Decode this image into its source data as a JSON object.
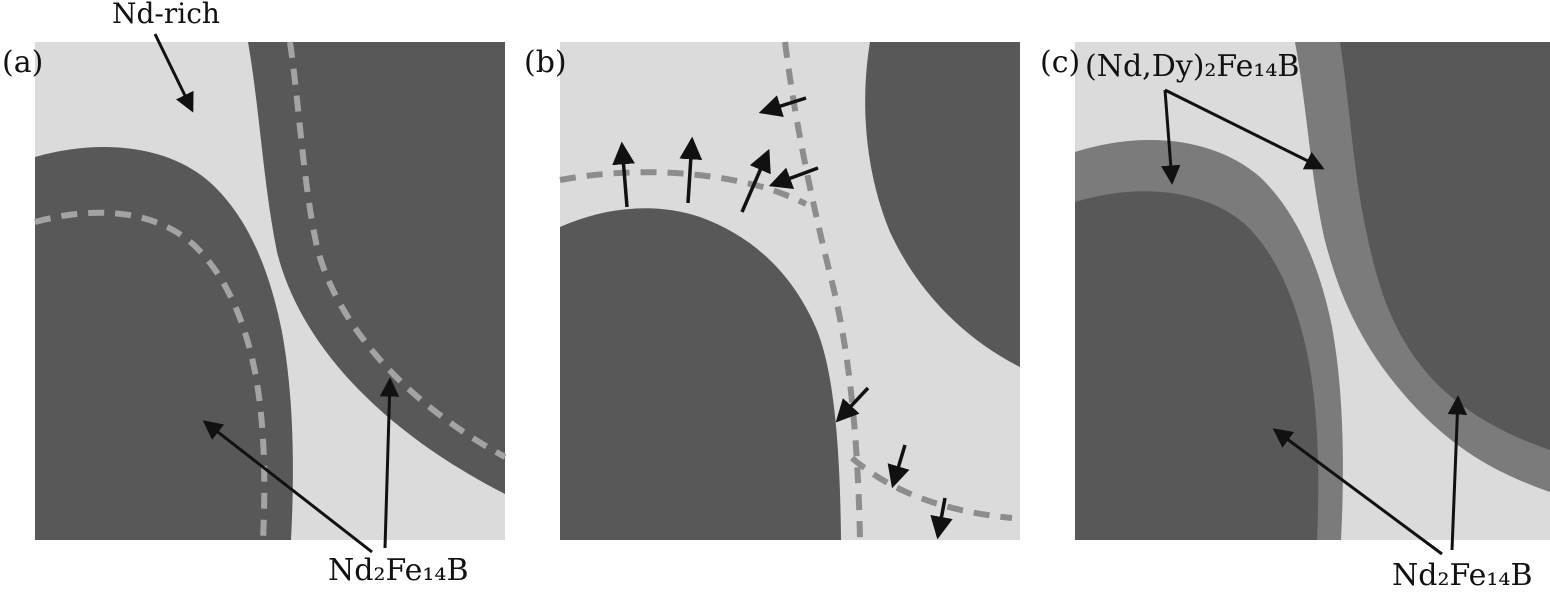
{
  "figure": {
    "panels": [
      {
        "label": "(a)"
      },
      {
        "label": "(b)"
      },
      {
        "label": "(c)"
      }
    ],
    "annotations": {
      "nd_rich": "Nd-rich",
      "main_phase_a": "Nd₂Fe₁₄B",
      "shell_phase_c": "(Nd,Dy)₂Fe₁₄B",
      "main_phase_c": "Nd₂Fe₁₄B"
    },
    "colors": {
      "background": "#ffffff",
      "matrix_light": "#dbdbdb",
      "grain_dark": "#585858",
      "shell_medium": "#7b7b7b",
      "dashed_light": "#a3a3a3",
      "dashed_medium": "#8d8d8d",
      "arrow_black": "#111111"
    }
  }
}
